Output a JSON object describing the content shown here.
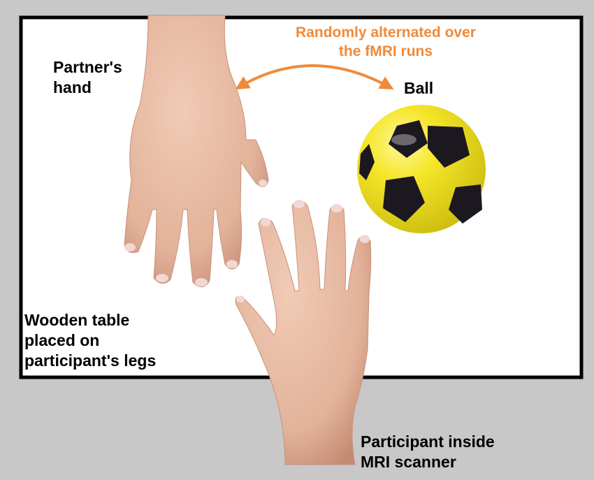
{
  "labels": {
    "partner_hand": "Partner's\nhand",
    "ball": "Ball",
    "alternation": "Randomly alternated over\nthe fMRI runs",
    "table": "Wooden table\nplaced on\nparticipant's legs",
    "participant": "Participant inside\nMRI scanner"
  },
  "icons": {
    "arrow": "double-headed-curved-arrow",
    "ball": "soccer-ball",
    "partner_hand": "hand-pointing-down",
    "participant_hand": "hand-pointing-up"
  },
  "colors": {
    "background": "#c8c8c8",
    "table": "#ffffff",
    "table_border": "#000000",
    "annotation": "#ef8a3a",
    "ball_yellow": "#f3e21c",
    "ball_black": "#1c1820",
    "skin": "#e6b8a2",
    "skin_shadow": "#c9917a",
    "nail": "#f2d8d2"
  }
}
